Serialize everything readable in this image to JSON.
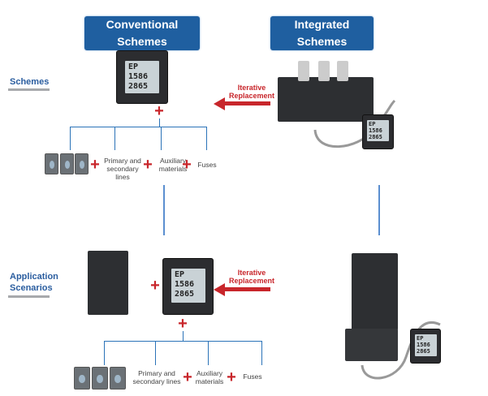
{
  "headers": {
    "conventional": "Conventional Schemes",
    "integrated": "Integrated Schemes"
  },
  "rows": {
    "schemes": "Schemes",
    "application": "Application Scenarios"
  },
  "arrow_label": "Iterative Replacement",
  "components": {
    "lines": "Primary and secondary lines",
    "auxiliary": "Auxiliary materials",
    "fuses": "Fuses",
    "plus": "+"
  },
  "meter_display": {
    "line1": "EP",
    "line2": "1586",
    "line3": "2865"
  },
  "colors": {
    "header": "#1f5fa0",
    "accent_red": "#c8262b",
    "tree": "#2b73b8",
    "label": "#2a5d9f"
  }
}
